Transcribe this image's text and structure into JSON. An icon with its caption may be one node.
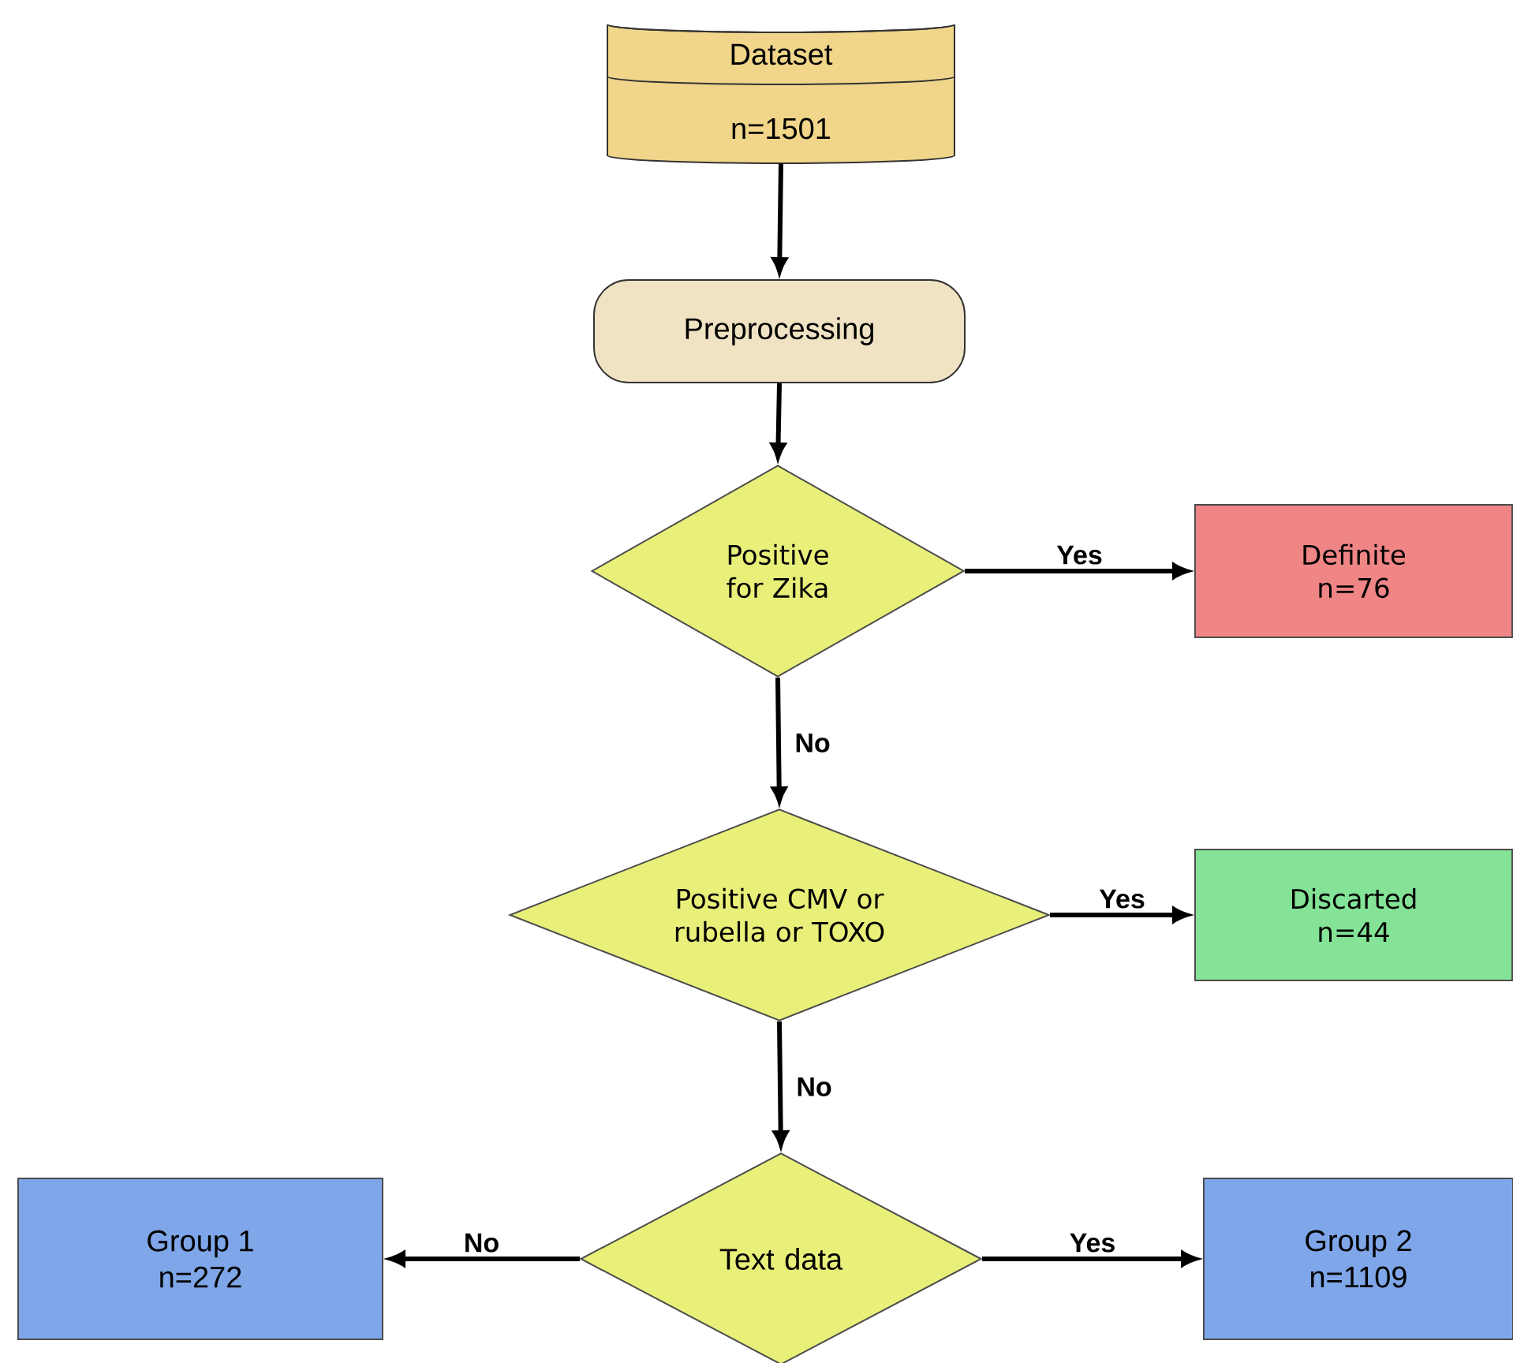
{
  "diagram": {
    "nodes": [
      {
        "text": [
          "Dataset",
          "n=1501"
        ]
      },
      {
        "text": [
          "Preprocessing"
        ]
      },
      {
        "text": [
          "Positive for Zika"
        ]
      },
      {
        "text": [
          "Definite",
          "n=76"
        ]
      },
      {
        "text": [
          "Positive CMV or rubella or TOXO"
        ]
      },
      {
        "text": [
          "Discarted",
          "n=44"
        ]
      },
      {
        "text": [
          "Text data"
        ]
      },
      {
        "text": [
          "Group 1",
          "n=272"
        ]
      },
      {
        "text": [
          "Group 2",
          "n=1109"
        ]
      }
    ],
    "edges": [
      {
        "from": 0,
        "to": 1,
        "arrow": "to"
      },
      {
        "from": 1,
        "to": 2,
        "arrow": "to"
      },
      {
        "from": 2,
        "to": 3,
        "arrow": "to",
        "label": "Yes"
      },
      {
        "from": 2,
        "to": 4,
        "arrow": "to",
        "label": "No"
      },
      {
        "from": 4,
        "to": 5,
        "arrow": "to",
        "label": "Yes"
      },
      {
        "from": 4,
        "to": 6,
        "arrow": "to",
        "label": "No"
      },
      {
        "from": 6,
        "to": 7,
        "arrow": "to",
        "label": "No"
      },
      {
        "from": 6,
        "to": 8,
        "arrow": "to",
        "label": "Yes"
      }
    ]
  }
}
